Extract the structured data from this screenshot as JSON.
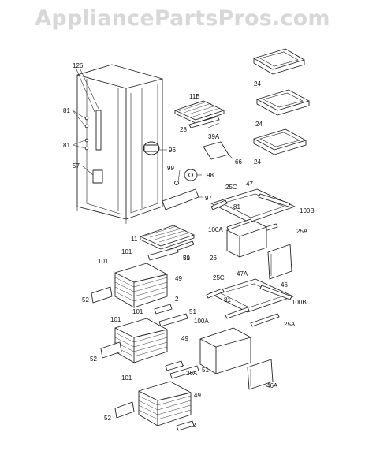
{
  "watermark": "AppliancePartsPros.com",
  "labels": {
    "l126": "126",
    "l81a": "81",
    "l81b": "81",
    "l57": "57",
    "l11B": "11B",
    "l28": "28",
    "l39A": "39A",
    "l96": "96",
    "l66": "66",
    "l99": "99",
    "l98": "98",
    "l97": "97",
    "l11": "11",
    "l39": "39",
    "l24a": "24",
    "l24b": "24",
    "l24c": "24",
    "l25C": "25C",
    "l47": "47",
    "l81c": "81",
    "l100B": "100B",
    "l100A": "100A",
    "l25A": "25A",
    "l26": "26",
    "l46": "46",
    "l25C2": "25C",
    "l47A": "47A",
    "l81d": "81",
    "l100B2": "100B",
    "l100A2": "100A",
    "l25A2": "25A",
    "l26A": "26A",
    "l46A": "46A",
    "l101a": "101",
    "l51a": "51",
    "l49a": "49",
    "l52a": "52",
    "l2a": "2",
    "l101b": "101",
    "l51b": "51",
    "l49b": "49",
    "l52b": "52",
    "l2b": "2",
    "l101c": "101",
    "l51c": "51",
    "l49c": "49",
    "l52c": "52",
    "l2c": "2",
    "l101d": "101",
    "l101e": "101"
  }
}
